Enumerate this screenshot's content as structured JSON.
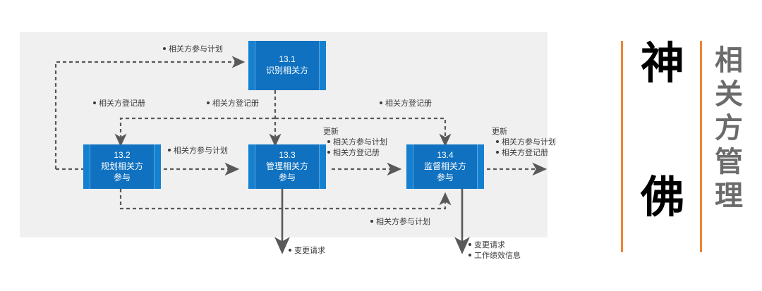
{
  "diagram": {
    "title_hidden": "",
    "boxes": [
      {
        "id": "13.1",
        "number": "13.1",
        "line1": "识别相关方",
        "line2": ""
      },
      {
        "id": "13.2",
        "number": "13.2",
        "line1": "规划相关方",
        "line2": "参与"
      },
      {
        "id": "13.3",
        "number": "13.3",
        "line1": "管理相关方",
        "line2": "参与"
      },
      {
        "id": "13.4",
        "number": "13.4",
        "line1": "监督相关方",
        "line2": "参与"
      }
    ],
    "labels": {
      "top_plan": "相关方参与计划",
      "register_left": "相关方登记册",
      "register_mid": "相关方登记册",
      "register_right": "相关方登记册",
      "plan_mid": "相关方参与计划",
      "update_mid_head": "更新",
      "update_mid_item1": "相关方参与计划",
      "update_mid_item2": "相关方登记册",
      "update_right_head": "更新",
      "update_right_item1": "相关方参与计划",
      "update_right_item2": "相关方登记册",
      "plan_bottom": "相关方参与计划",
      "change_request_mid": "变更请求",
      "change_request_right": "变更请求",
      "work_performance": "工作绩效信息"
    },
    "colors": {
      "box_fill": "#0f71c0",
      "box_side": "#1480d0",
      "panel_bg": "#f0f0f0",
      "arrow": "#595959",
      "accent": "#ef8535"
    }
  },
  "sidebar": {
    "brand": {
      "char1": "神",
      "char2": "佛"
    },
    "title": {
      "c1": "相",
      "c2": "关",
      "c3": "方",
      "c4": "管",
      "c5": "理"
    }
  }
}
